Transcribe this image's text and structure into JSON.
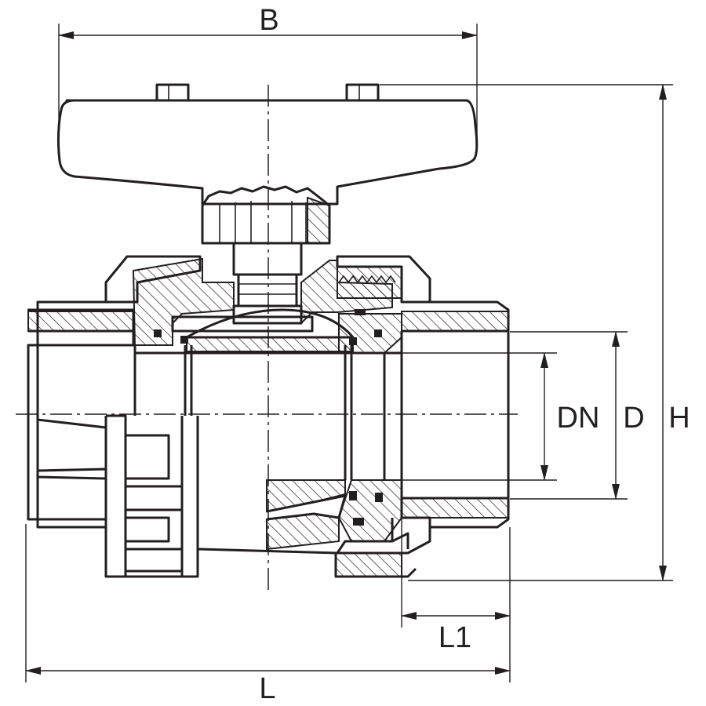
{
  "dimensions": {
    "width_label": "B",
    "height_label": "H",
    "length_label": "L",
    "socket_length_label": "L1",
    "nominal_diameter_label": "DN",
    "outer_diameter_label": "D"
  },
  "colors": {
    "line": "#231f20",
    "background": "#ffffff"
  }
}
